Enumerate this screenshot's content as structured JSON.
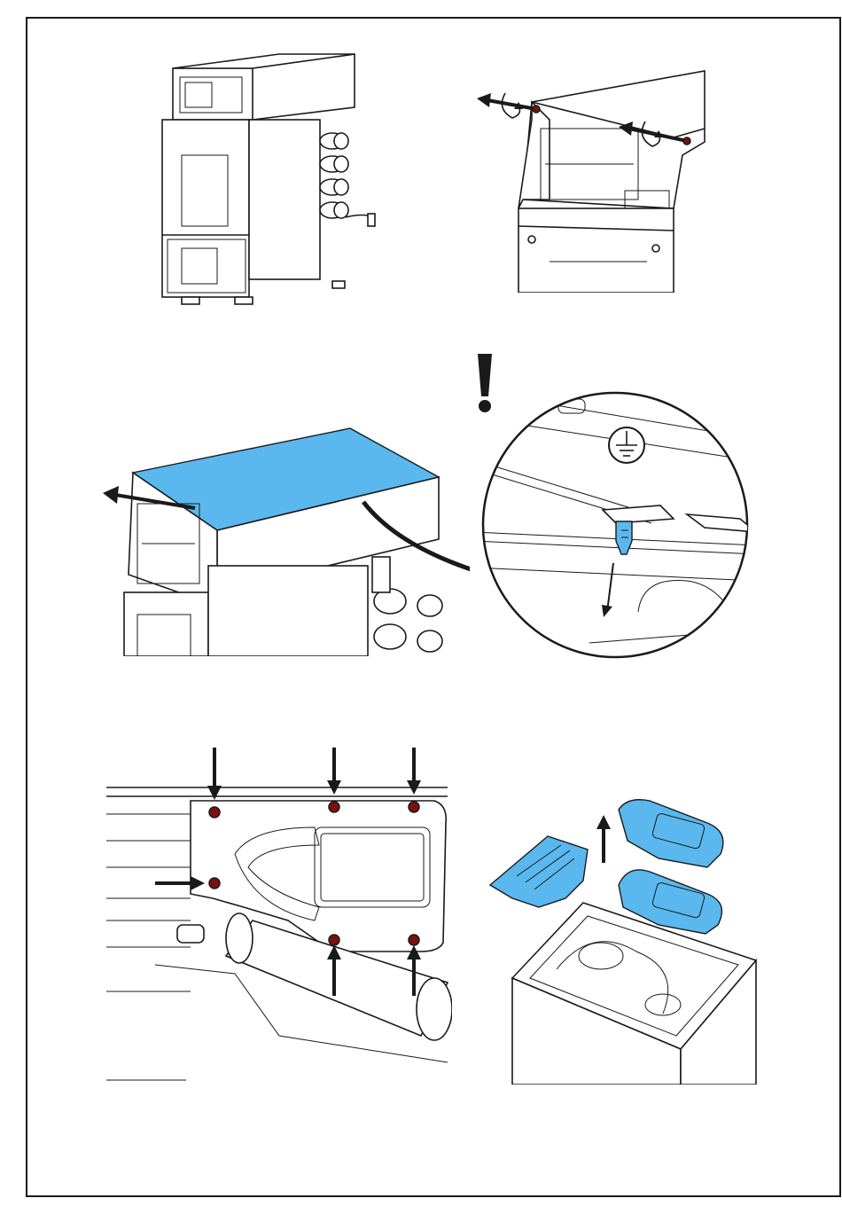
{
  "page": {
    "figures": [
      {
        "id": "step-1",
        "description_icon": "boiler-overview"
      },
      {
        "id": "step-2",
        "description_icon": "unscrew-top-cover"
      },
      {
        "id": "step-3",
        "description_icon": "lift-cover-ground-clip"
      },
      {
        "id": "step-4",
        "description_icon": "screw-positions"
      },
      {
        "id": "step-5",
        "description_icon": "remove-covers"
      }
    ],
    "icons": {
      "warning": "exclamation-icon",
      "earth": "protective-earth-icon"
    },
    "colors": {
      "highlight": "#5ab8ee",
      "line": "#1a1a1a",
      "screw": "#7a1010"
    }
  }
}
